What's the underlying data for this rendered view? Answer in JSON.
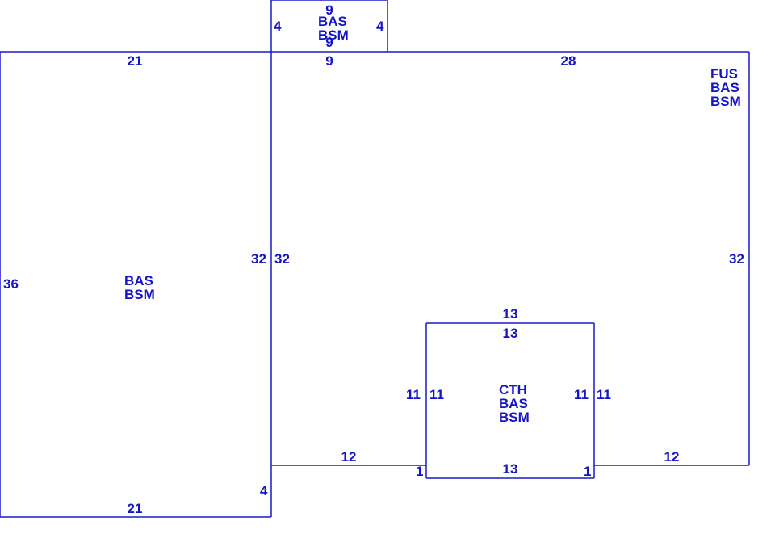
{
  "colors": {
    "line": "#1a1acc",
    "text": "#1414c8",
    "background": "#ffffff"
  },
  "sections": [
    {
      "id": "left",
      "codes": [
        "BAS",
        "BSM"
      ]
    },
    {
      "id": "top",
      "codes": [
        "BAS",
        "BSM"
      ]
    },
    {
      "id": "main",
      "codes": [
        "FUS",
        "BAS",
        "BSM"
      ]
    },
    {
      "id": "center",
      "codes": [
        "CTH",
        "BAS",
        "BSM"
      ]
    }
  ],
  "dimensions": {
    "left_top": "21",
    "left_bottom": "21",
    "left_side": "36",
    "left_inner": "32",
    "left_notch": "4",
    "top_top": "9",
    "top_bottom": "9",
    "top_left": "4",
    "top_right": "4",
    "main_top_a": "9",
    "main_top_b": "28",
    "main_left": "32",
    "main_right": "32",
    "main_bottom_left": "12",
    "main_bottom_right": "12",
    "center_top_outer": "13",
    "center_top_inner": "13",
    "center_bottom": "13",
    "center_left_outer": "11",
    "center_left_inner": "11",
    "center_right_inner": "11",
    "center_right_outer": "11",
    "center_step_left": "1",
    "center_step_right": "1"
  }
}
